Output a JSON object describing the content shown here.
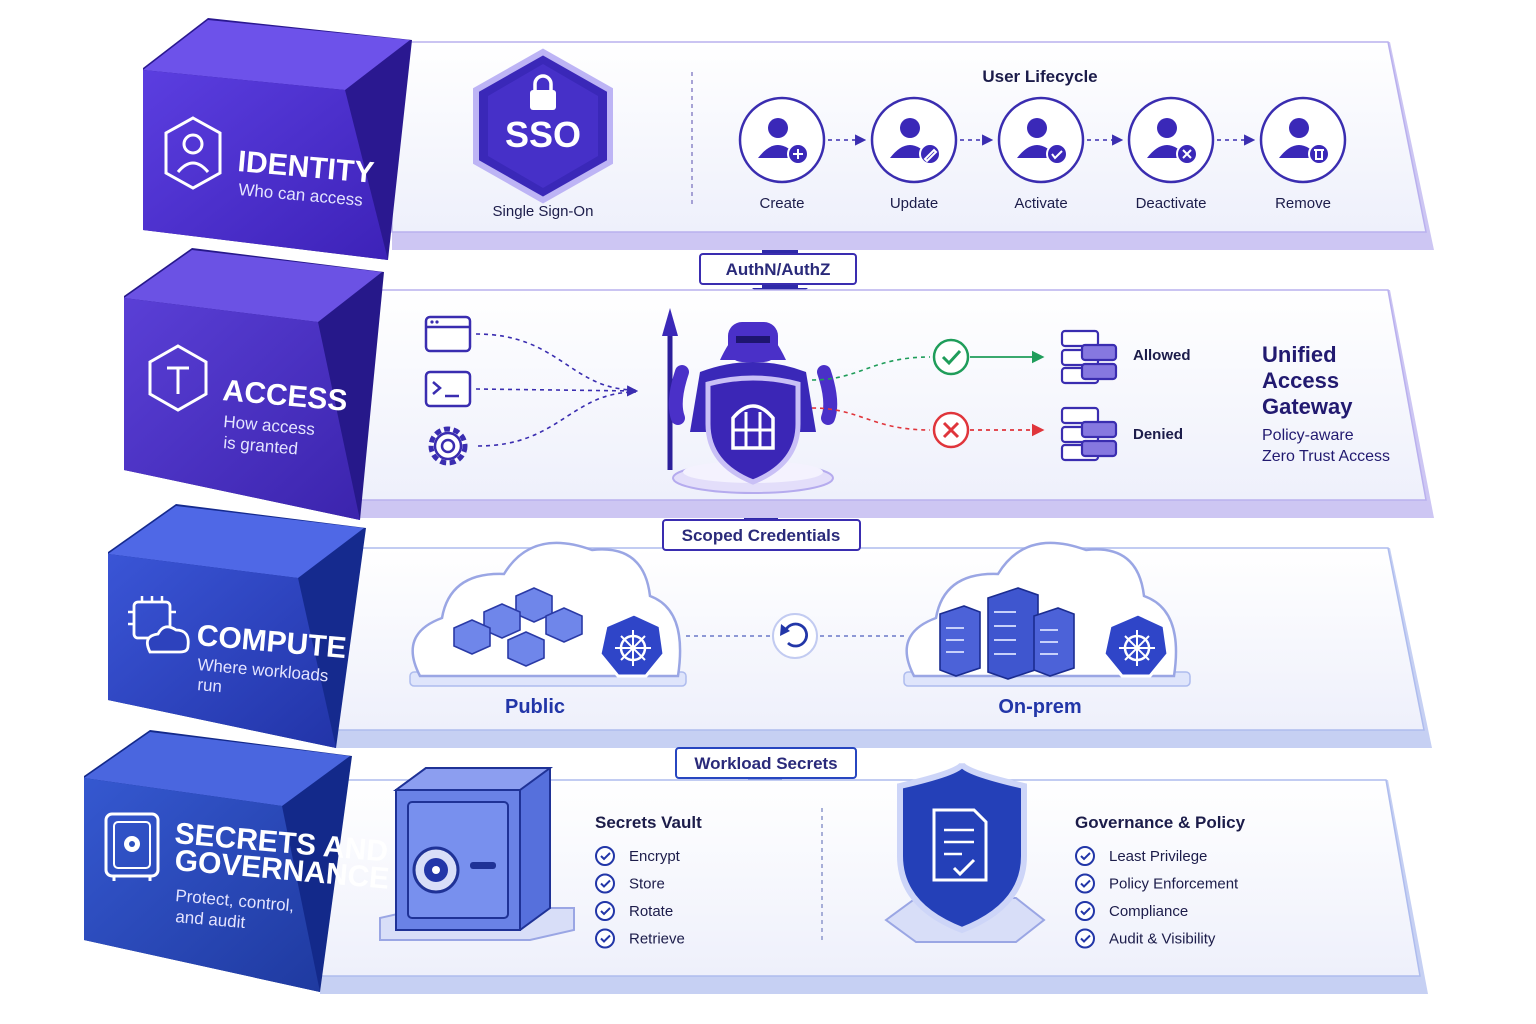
{
  "identity": {
    "title": "IDENTITY",
    "subtitle": "Who can access",
    "sso_badge": "SSO",
    "sso_label": "Single Sign-On",
    "lifecycle_title": "User Lifecycle",
    "steps": [
      {
        "label": "Create",
        "icon": "user-add-icon"
      },
      {
        "label": "Update",
        "icon": "user-edit-icon"
      },
      {
        "label": "Activate",
        "icon": "user-check-icon"
      },
      {
        "label": "Deactivate",
        "icon": "user-deactivate-icon"
      },
      {
        "label": "Remove",
        "icon": "user-remove-icon"
      }
    ]
  },
  "connectors": {
    "authn": "AuthN/AuthZ",
    "scoped": "Scoped Credentials",
    "secrets": "Workload Secrets"
  },
  "access": {
    "title": "ACCESS",
    "subtitle_1": "How access",
    "subtitle_2": "is granted",
    "allowed": "Allowed",
    "denied": "Denied",
    "gateway_title_1": "Unified",
    "gateway_title_2": "Access",
    "gateway_title_3": "Gateway",
    "gateway_sub_1": "Policy-aware",
    "gateway_sub_2": "Zero Trust Access"
  },
  "compute": {
    "title": "COMPUTE",
    "subtitle_1": "Where workloads",
    "subtitle_2": "run",
    "public": "Public",
    "onprem": "On-prem"
  },
  "secrets": {
    "title_1": "SECRETS AND",
    "title_2": "GOVERNANCE",
    "subtitle_1": "Protect, control,",
    "subtitle_2": "and audit",
    "vault_title": "Secrets Vault",
    "vault_items": [
      "Encrypt",
      "Store",
      "Rotate",
      "Retrieve"
    ],
    "gov_title": "Governance & Policy",
    "gov_items": [
      "Least Privilege",
      "Policy Enforcement",
      "Compliance",
      "Audit & Visibility"
    ]
  },
  "colors": {
    "identity": "#4a2fd0",
    "access": "#4b32c6",
    "compute": "#2f45c8",
    "secrets": "#2a4fbf",
    "allowed": "#1f9d5a",
    "denied": "#e0353b"
  }
}
